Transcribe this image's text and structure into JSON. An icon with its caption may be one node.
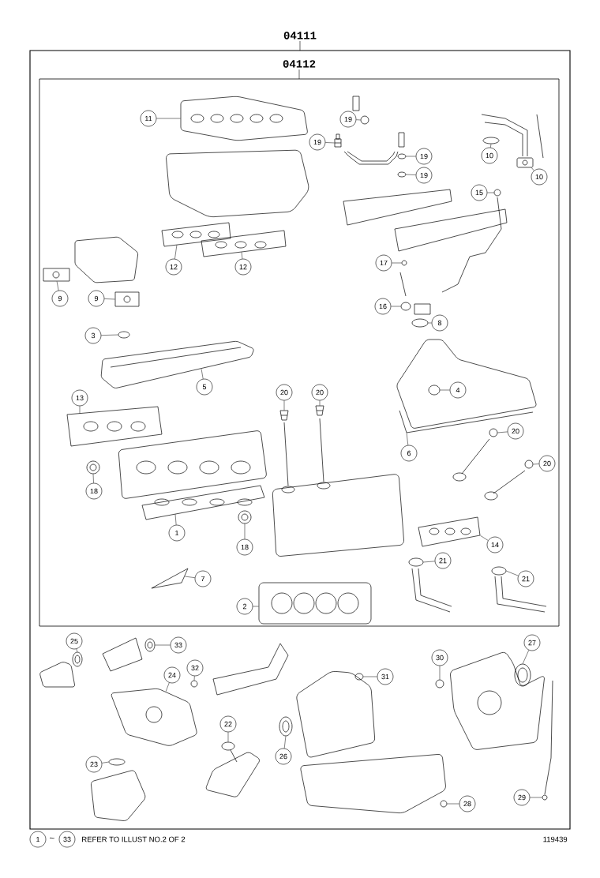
{
  "diagram": {
    "nodes": [
      {
        "text": [
          "04111"
        ]
      },
      {
        "text": [
          "04112"
        ],
        "in": 0
      },
      {
        "text": [
          "11"
        ],
        "in": 1
      },
      {
        "text": [
          "19"
        ],
        "in": 1
      },
      {
        "text": [
          "19"
        ],
        "in": 1
      },
      {
        "text": [
          "19"
        ],
        "in": 1
      },
      {
        "text": [
          "19"
        ],
        "in": 1
      },
      {
        "text": [
          "10"
        ],
        "in": 1
      },
      {
        "text": [
          "10"
        ],
        "in": 1
      },
      {
        "text": [
          "15"
        ],
        "in": 1
      },
      {
        "text": [
          "12"
        ],
        "in": 1
      },
      {
        "text": [
          "12"
        ],
        "in": 1
      },
      {
        "text": [
          "9"
        ],
        "in": 1
      },
      {
        "text": [
          "9"
        ],
        "in": 1
      },
      {
        "text": [
          "17"
        ],
        "in": 1
      },
      {
        "text": [
          "16"
        ],
        "in": 1
      },
      {
        "text": [
          "8"
        ],
        "in": 1
      },
      {
        "text": [
          "3"
        ],
        "in": 1
      },
      {
        "text": [
          "5"
        ],
        "in": 1
      },
      {
        "text": [
          "4"
        ],
        "in": 1
      },
      {
        "text": [
          "13"
        ],
        "in": 1
      },
      {
        "text": [
          "20"
        ],
        "in": 1
      },
      {
        "text": [
          "20"
        ],
        "in": 1
      },
      {
        "text": [
          "6"
        ],
        "in": 1
      },
      {
        "text": [
          "20"
        ],
        "in": 1
      },
      {
        "text": [
          "20"
        ],
        "in": 1
      },
      {
        "text": [
          "18"
        ],
        "in": 1
      },
      {
        "text": [
          "1"
        ],
        "in": 1
      },
      {
        "text": [
          "18"
        ],
        "in": 1
      },
      {
        "text": [
          "14"
        ],
        "in": 1
      },
      {
        "text": [
          "21"
        ],
        "in": 1
      },
      {
        "text": [
          "21"
        ],
        "in": 1
      },
      {
        "text": [
          "7"
        ],
        "in": 1
      },
      {
        "text": [
          "2"
        ],
        "in": 1
      },
      {
        "text": [
          "25"
        ],
        "in": 0
      },
      {
        "text": [
          "33"
        ],
        "in": 0
      },
      {
        "text": [
          "32"
        ],
        "in": 0
      },
      {
        "text": [
          "24"
        ],
        "in": 0
      },
      {
        "text": [
          "31"
        ],
        "in": 0
      },
      {
        "text": [
          "30"
        ],
        "in": 0
      },
      {
        "text": [
          "27"
        ],
        "in": 0
      },
      {
        "text": [
          "22"
        ],
        "in": 0
      },
      {
        "text": [
          "26"
        ],
        "in": 0
      },
      {
        "text": [
          "23"
        ],
        "in": 0
      },
      {
        "text": [
          "28"
        ],
        "in": 0
      },
      {
        "text": [
          "29"
        ],
        "in": 0
      },
      {
        "text": [
          "1"
        ]
      },
      {
        "text": [
          "33"
        ]
      },
      {
        "text": [],
        "shape": "picture",
        "in": 1
      },
      {
        "text": [],
        "shape": "picture",
        "in": 1
      },
      {
        "text": [],
        "shape": "picture",
        "in": 1
      },
      {
        "text": [],
        "shape": "picture",
        "in": 1
      },
      {
        "text": [],
        "shape": "picture",
        "in": 1
      },
      {
        "text": [],
        "shape": "picture",
        "in": 1
      },
      {
        "text": [],
        "shape": "picture",
        "in": 1
      },
      {
        "text": [],
        "shape": "picture",
        "in": 1
      },
      {
        "text": [],
        "shape": "picture",
        "in": 1
      },
      {
        "text": [],
        "shape": "picture",
        "in": 1
      },
      {
        "text": [],
        "shape": "picture",
        "in": 1
      },
      {
        "text": [],
        "shape": "picture",
        "in": 1
      },
      {
        "text": [],
        "shape": "picture",
        "in": 1
      },
      {
        "text": [],
        "shape": "picture",
        "in": 1
      },
      {
        "text": [],
        "shape": "picture",
        "in": 1
      },
      {
        "text": [],
        "shape": "picture",
        "in": 1
      },
      {
        "text": [],
        "shape": "picture",
        "in": 1
      },
      {
        "text": [],
        "shape": "picture",
        "in": 1
      },
      {
        "text": [],
        "shape": "picture",
        "in": 1
      },
      {
        "text": [],
        "shape": "picture",
        "in": 1
      },
      {
        "text": [],
        "shape": "picture",
        "in": 1
      },
      {
        "text": [],
        "shape": "picture",
        "in": 1
      },
      {
        "text": [],
        "shape": "picture",
        "in": 1
      },
      {
        "text": [],
        "shape": "picture",
        "in": 1
      },
      {
        "text": [],
        "shape": "picture",
        "in": 1
      },
      {
        "text": [],
        "shape": "picture",
        "in": 1
      },
      {
        "text": [],
        "shape": "picture",
        "in": 1
      },
      {
        "text": [],
        "shape": "picture",
        "in": 1
      },
      {
        "text": [],
        "shape": "picture",
        "in": 1
      },
      {
        "text": [],
        "shape": "picture",
        "in": 1
      },
      {
        "text": [],
        "shape": "picture",
        "in": 1
      },
      {
        "text": [],
        "shape": "picture",
        "in": 1
      },
      {
        "text": [],
        "shape": "picture",
        "in": 0
      },
      {
        "text": [],
        "shape": "picture",
        "in": 0
      },
      {
        "text": [],
        "shape": "picture",
        "in": 0
      },
      {
        "text": [],
        "shape": "picture",
        "in": 0
      },
      {
        "text": [],
        "shape": "picture",
        "in": 0
      },
      {
        "text": [],
        "shape": "picture",
        "in": 0
      },
      {
        "text": [],
        "shape": "picture",
        "in": 0
      },
      {
        "text": [],
        "shape": "picture",
        "in": 0
      },
      {
        "text": [],
        "shape": "picture",
        "in": 0
      },
      {
        "text": [],
        "shape": "picture",
        "in": 0
      },
      {
        "text": [],
        "shape": "picture",
        "in": 0
      },
      {
        "text": [],
        "shape": "picture",
        "in": 0
      }
    ],
    "edges": [
      {
        "from": 2,
        "to": 48,
        "arrow": "none"
      },
      {
        "from": 3,
        "to": 49,
        "arrow": "none"
      },
      {
        "from": 4,
        "to": 50,
        "arrow": "none"
      },
      {
        "from": 5,
        "to": 51,
        "arrow": "none"
      },
      {
        "from": 6,
        "to": 52,
        "arrow": "none"
      },
      {
        "from": 7,
        "to": 53,
        "arrow": "none"
      },
      {
        "from": 8,
        "to": 54,
        "arrow": "none"
      },
      {
        "from": 9,
        "to": 55,
        "arrow": "none"
      },
      {
        "from": 10,
        "to": 56,
        "arrow": "none"
      },
      {
        "from": 11,
        "to": 57,
        "arrow": "none"
      },
      {
        "from": 12,
        "to": 58,
        "arrow": "none"
      },
      {
        "from": 13,
        "to": 59,
        "arrow": "none"
      },
      {
        "from": 14,
        "to": 60,
        "arrow": "none"
      },
      {
        "from": 15,
        "to": 61,
        "arrow": "none"
      },
      {
        "from": 16,
        "to": 62,
        "arrow": "none"
      },
      {
        "from": 17,
        "to": 63,
        "arrow": "none"
      },
      {
        "from": 18,
        "to": 64,
        "arrow": "none"
      },
      {
        "from": 19,
        "to": 65,
        "arrow": "none"
      },
      {
        "from": 20,
        "to": 66,
        "arrow": "none"
      },
      {
        "from": 21,
        "to": 67,
        "arrow": "none"
      },
      {
        "from": 22,
        "to": 68,
        "arrow": "none"
      },
      {
        "from": 23,
        "to": 69,
        "arrow": "none"
      },
      {
        "from": 24,
        "to": 70,
        "arrow": "none"
      },
      {
        "from": 25,
        "to": 71,
        "arrow": "none"
      },
      {
        "from": 26,
        "to": 72,
        "arrow": "none"
      },
      {
        "from": 27,
        "to": 73,
        "arrow": "none"
      },
      {
        "from": 28,
        "to": 74,
        "arrow": "none"
      },
      {
        "from": 29,
        "to": 75,
        "arrow": "none"
      },
      {
        "from": 30,
        "to": 76,
        "arrow": "none"
      },
      {
        "from": 31,
        "to": 77,
        "arrow": "none"
      },
      {
        "from": 32,
        "to": 78,
        "arrow": "none"
      },
      {
        "from": 33,
        "to": 79,
        "arrow": "none"
      },
      {
        "from": 34,
        "to": 80,
        "arrow": "none"
      },
      {
        "from": 35,
        "to": 81,
        "arrow": "none"
      },
      {
        "from": 36,
        "to": 82,
        "arrow": "none"
      },
      {
        "from": 37,
        "to": 83,
        "arrow": "none"
      },
      {
        "from": 38,
        "to": 84,
        "arrow": "none"
      },
      {
        "from": 39,
        "to": 85,
        "arrow": "none"
      },
      {
        "from": 40,
        "to": 86,
        "arrow": "none"
      },
      {
        "from": 41,
        "to": 87,
        "arrow": "none"
      },
      {
        "from": 42,
        "to": 88,
        "arrow": "none"
      },
      {
        "from": 43,
        "to": 89,
        "arrow": "none"
      },
      {
        "from": 44,
        "to": 90,
        "arrow": "none"
      },
      {
        "from": 45,
        "to": 91,
        "arrow": "none"
      }
    ],
    "labels": [
      "~",
      "REFER TO ILLUST NO.2 OF 2",
      "119439"
    ]
  }
}
